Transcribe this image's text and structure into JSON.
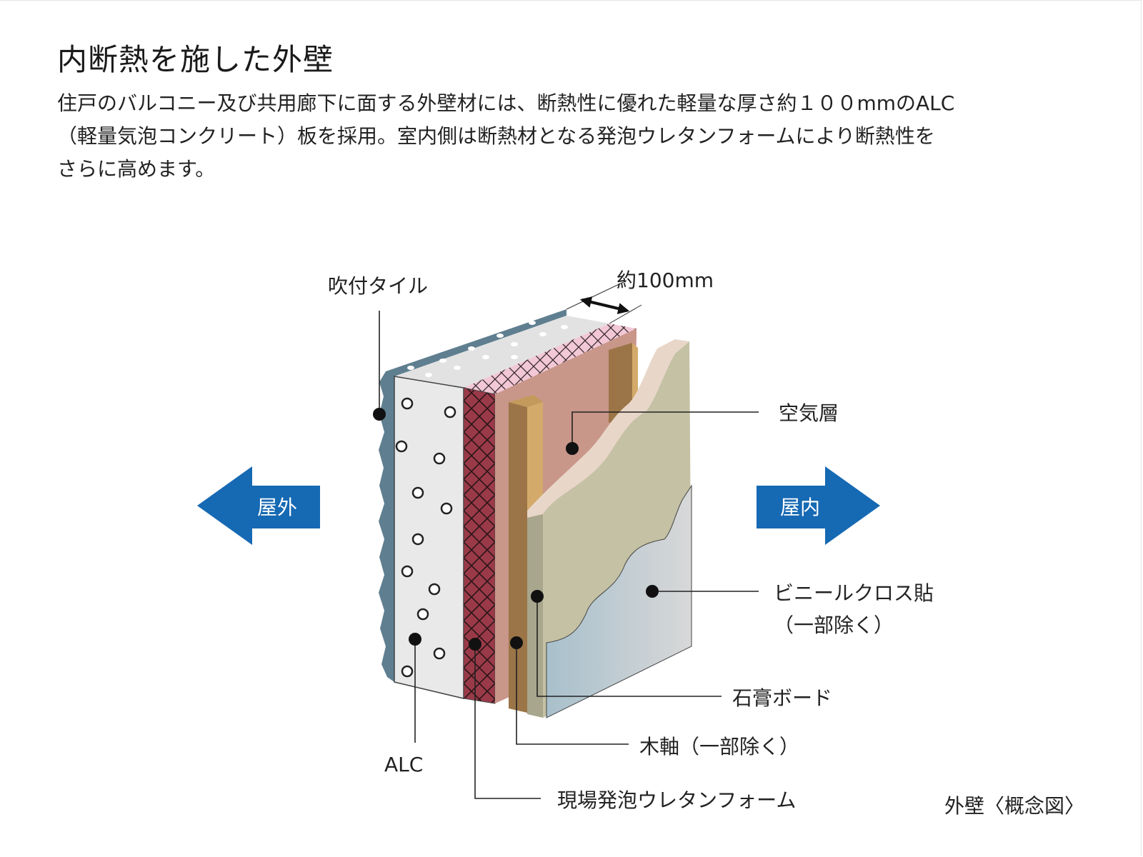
{
  "title": "内断熱を施した外壁",
  "description": {
    "line1": "住戸のバルコニー及び共用廊下に面する外壁材には、断熱性に優れた軽量な厚さ約１００mmのALC",
    "line2": "（軽量気泡コンクリート）板を採用。室内側は断熱材となる発泡ウレタンフォームにより断熱性を",
    "line3": "さらに高めます。"
  },
  "diagram": {
    "thickness": "約100mm",
    "outside": "屋外",
    "inside": "屋内",
    "labels": {
      "spray_tile": "吹付タイル",
      "air_layer": "空気層",
      "vinyl_cloth_1": "ビニールクロス貼",
      "vinyl_cloth_2": "（一部除く）",
      "gypsum_board": "石膏ボード",
      "wood_frame": "木軸（一部除く）",
      "alc": "ALC",
      "urethane_foam": "現場発泡ウレタンフォーム"
    },
    "caption": "外壁〈概念図〉",
    "colors": {
      "arrow_blue": "#1669b3",
      "alc_face": "#e9e9e9",
      "tile_blue": "#5f7f90",
      "foam_red": "#9a3a48",
      "foam_top_pink": "#f2c8d6",
      "air_pink": "#c9968a",
      "wood_dark": "#9b7547",
      "wood_light": "#d3aa6a",
      "gypsum": "#c4c1a4",
      "cloth": "#b8c7d0"
    }
  }
}
